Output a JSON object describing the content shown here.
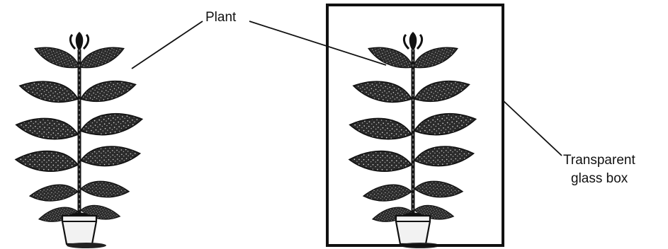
{
  "labels": {
    "plant": "Plant",
    "box_line1": "Transparent",
    "box_line2": "glass box"
  },
  "colors": {
    "ink": "#111111",
    "leaf_fill": "#2b2b2b",
    "leaf_speckle": "#e6e6e6",
    "stem": "#151515",
    "pot": "#f2f2f2",
    "background": "#ffffff"
  }
}
